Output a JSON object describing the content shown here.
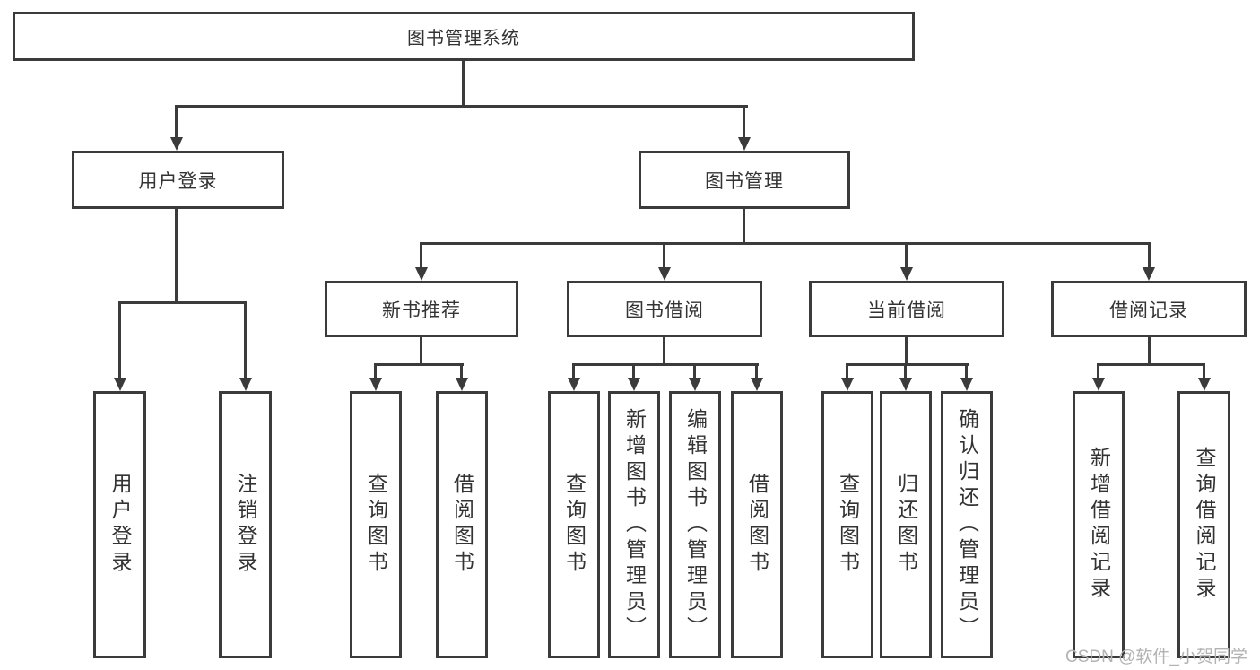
{
  "colors": {
    "line": "#3b3b3b",
    "text": "#333333",
    "background": "#ffffff",
    "watermark": "#b3b3b3"
  },
  "watermark": {
    "text": "CSDN @软件_小贺同学"
  },
  "tree": {
    "root": {
      "label": "图书管理系统"
    },
    "branches": [
      {
        "label": "用户登录",
        "children": [
          {
            "label": "用户登录"
          },
          {
            "label": "注销登录"
          }
        ]
      },
      {
        "label": "图书管理",
        "sections": [
          {
            "label": "新书推荐",
            "children": [
              {
                "label": "查询图书"
              },
              {
                "label": "借阅图书"
              }
            ]
          },
          {
            "label": "图书借阅",
            "children": [
              {
                "label": "查询图书"
              },
              {
                "label": "新增图书（管理员）"
              },
              {
                "label": "编辑图书（管理员）"
              },
              {
                "label": "借阅图书"
              }
            ]
          },
          {
            "label": "当前借阅",
            "children": [
              {
                "label": "查询图书"
              },
              {
                "label": "归还图书"
              },
              {
                "label": "确认归还（管理员）"
              }
            ]
          },
          {
            "label": "借阅记录",
            "children": [
              {
                "label": "新增借阅记录"
              },
              {
                "label": "查询借阅记录"
              }
            ]
          }
        ]
      }
    ]
  }
}
